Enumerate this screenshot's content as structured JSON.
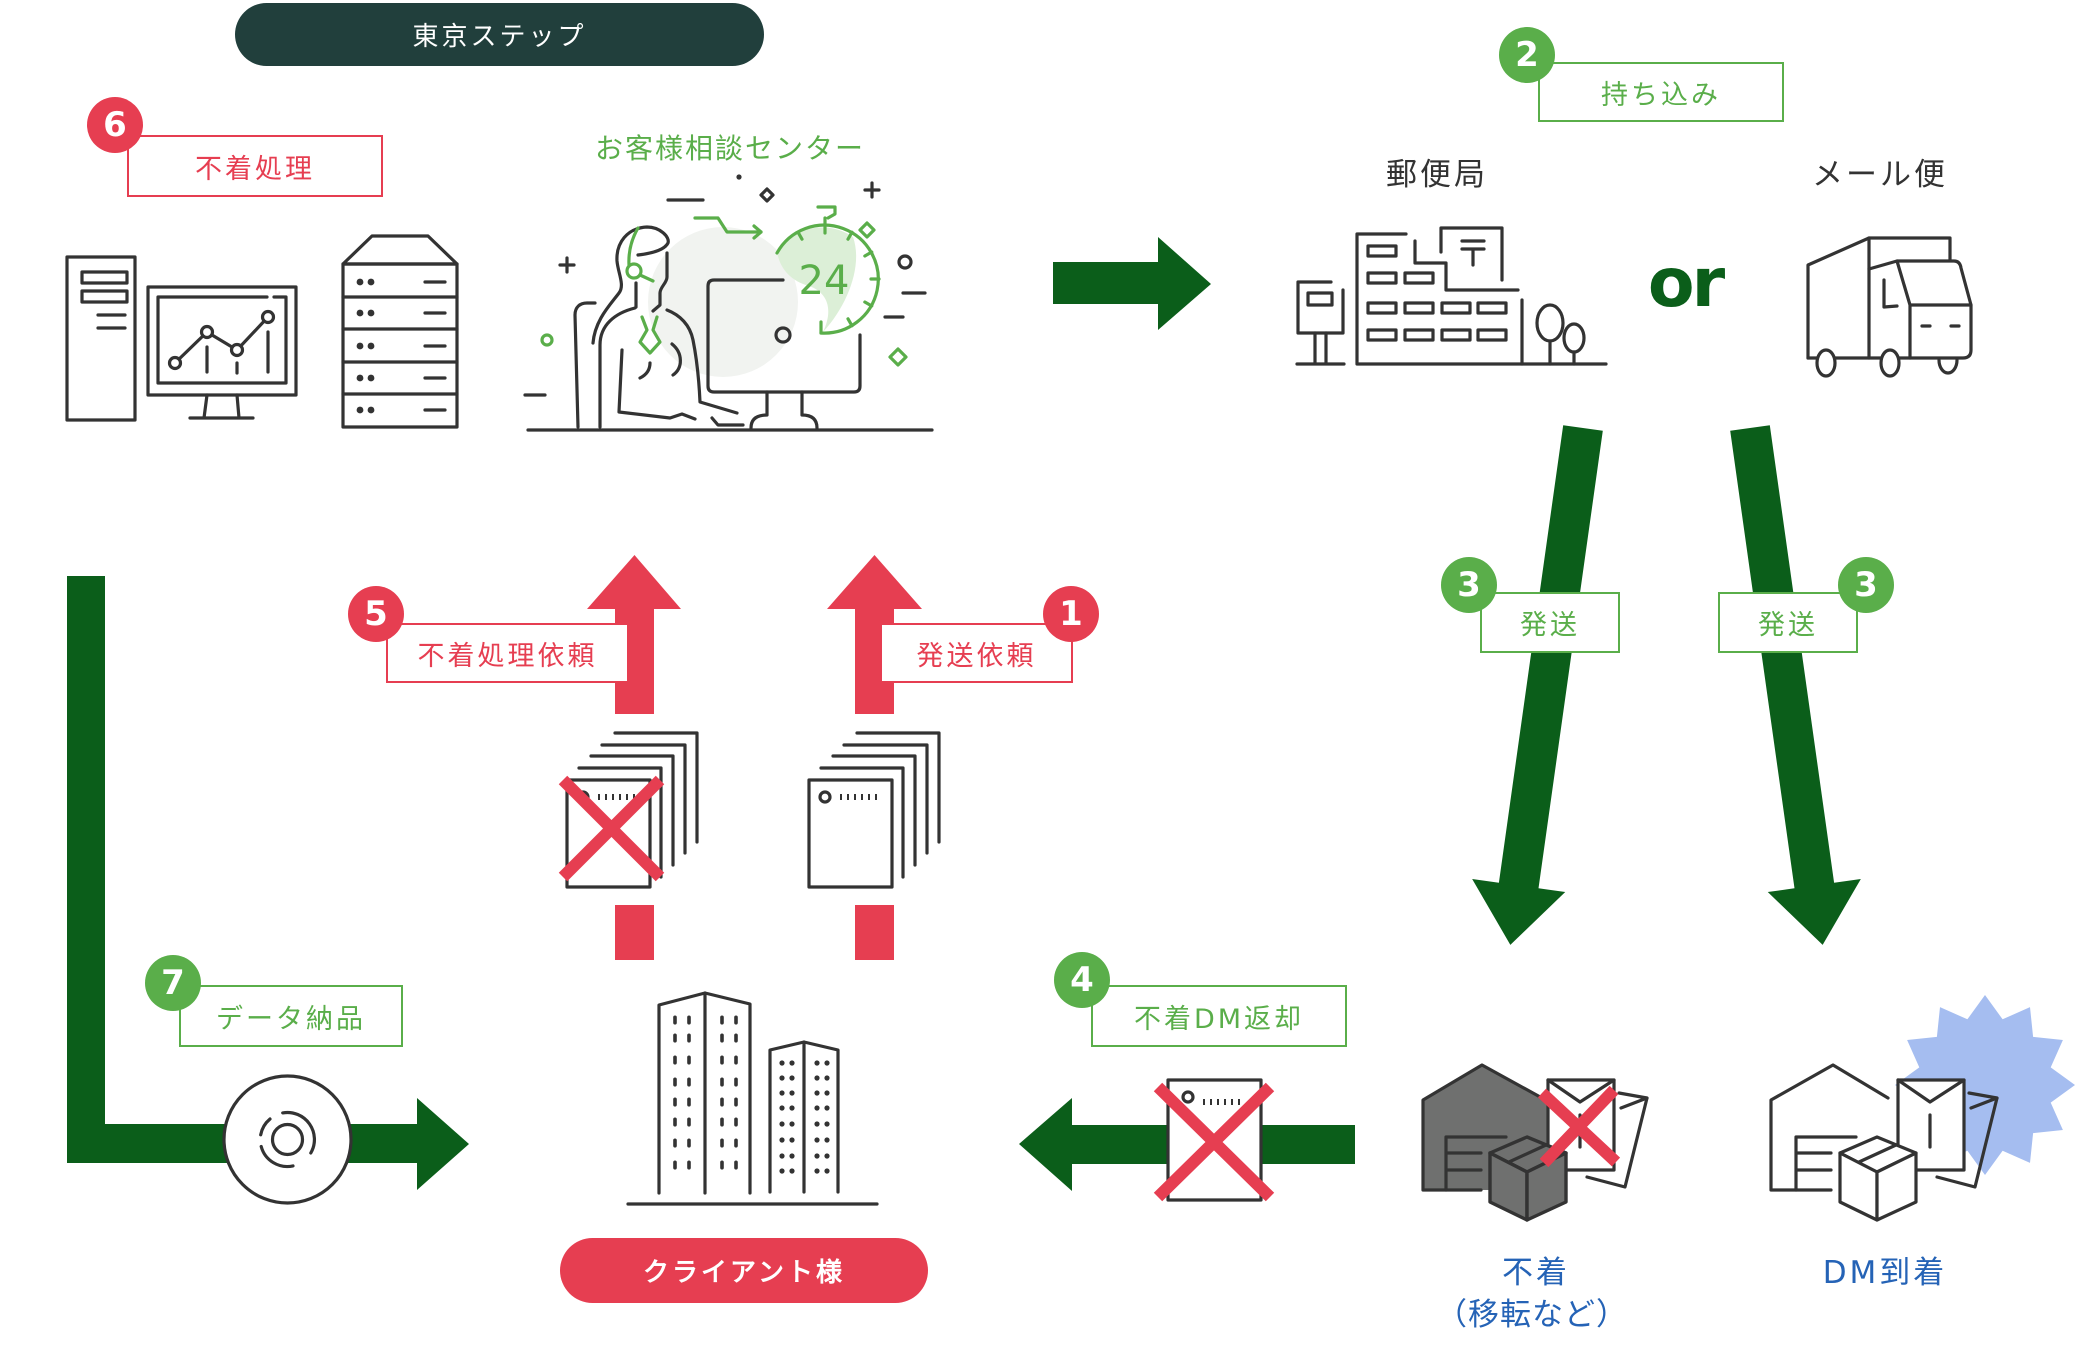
{
  "header": {
    "title": "東京ステップ"
  },
  "colors": {
    "red": "#e63e51",
    "green": "#5aae4a",
    "dark_green": "#0b5e1a",
    "teal": "#213f3c",
    "blue": "#2563b6",
    "star_blue": "#a5bdf0",
    "icon_gray": "#6f706f",
    "line": "#333333",
    "soft_gray": "#f1f3f0",
    "soft_green": "#dcefd7"
  },
  "call_center": {
    "label": "お客様相談センター",
    "clock_text": "24"
  },
  "carriers": {
    "post_office": "郵便局",
    "or": "or",
    "mail_service": "メール便"
  },
  "steps": {
    "s1": {
      "number": "1",
      "label": "発送依頼",
      "color": "red"
    },
    "s2": {
      "number": "2",
      "label": "持ち込み",
      "color": "green"
    },
    "s3_post": {
      "number": "3",
      "label": "発送",
      "color": "green"
    },
    "s3_mail": {
      "number": "3",
      "label": "発送",
      "color": "green"
    },
    "s4": {
      "number": "4",
      "label": "不着DM返却",
      "color": "green"
    },
    "s5": {
      "number": "5",
      "label": "不着処理依頼",
      "color": "red"
    },
    "s6": {
      "number": "6",
      "label": "不着処理",
      "color": "red"
    },
    "s7": {
      "number": "7",
      "label": "データ納品",
      "color": "green"
    }
  },
  "client": {
    "label": "クライアント様"
  },
  "outcomes": {
    "undelivered": "不着",
    "undelivered_note": "（移転など）",
    "delivered": "DM到着"
  }
}
